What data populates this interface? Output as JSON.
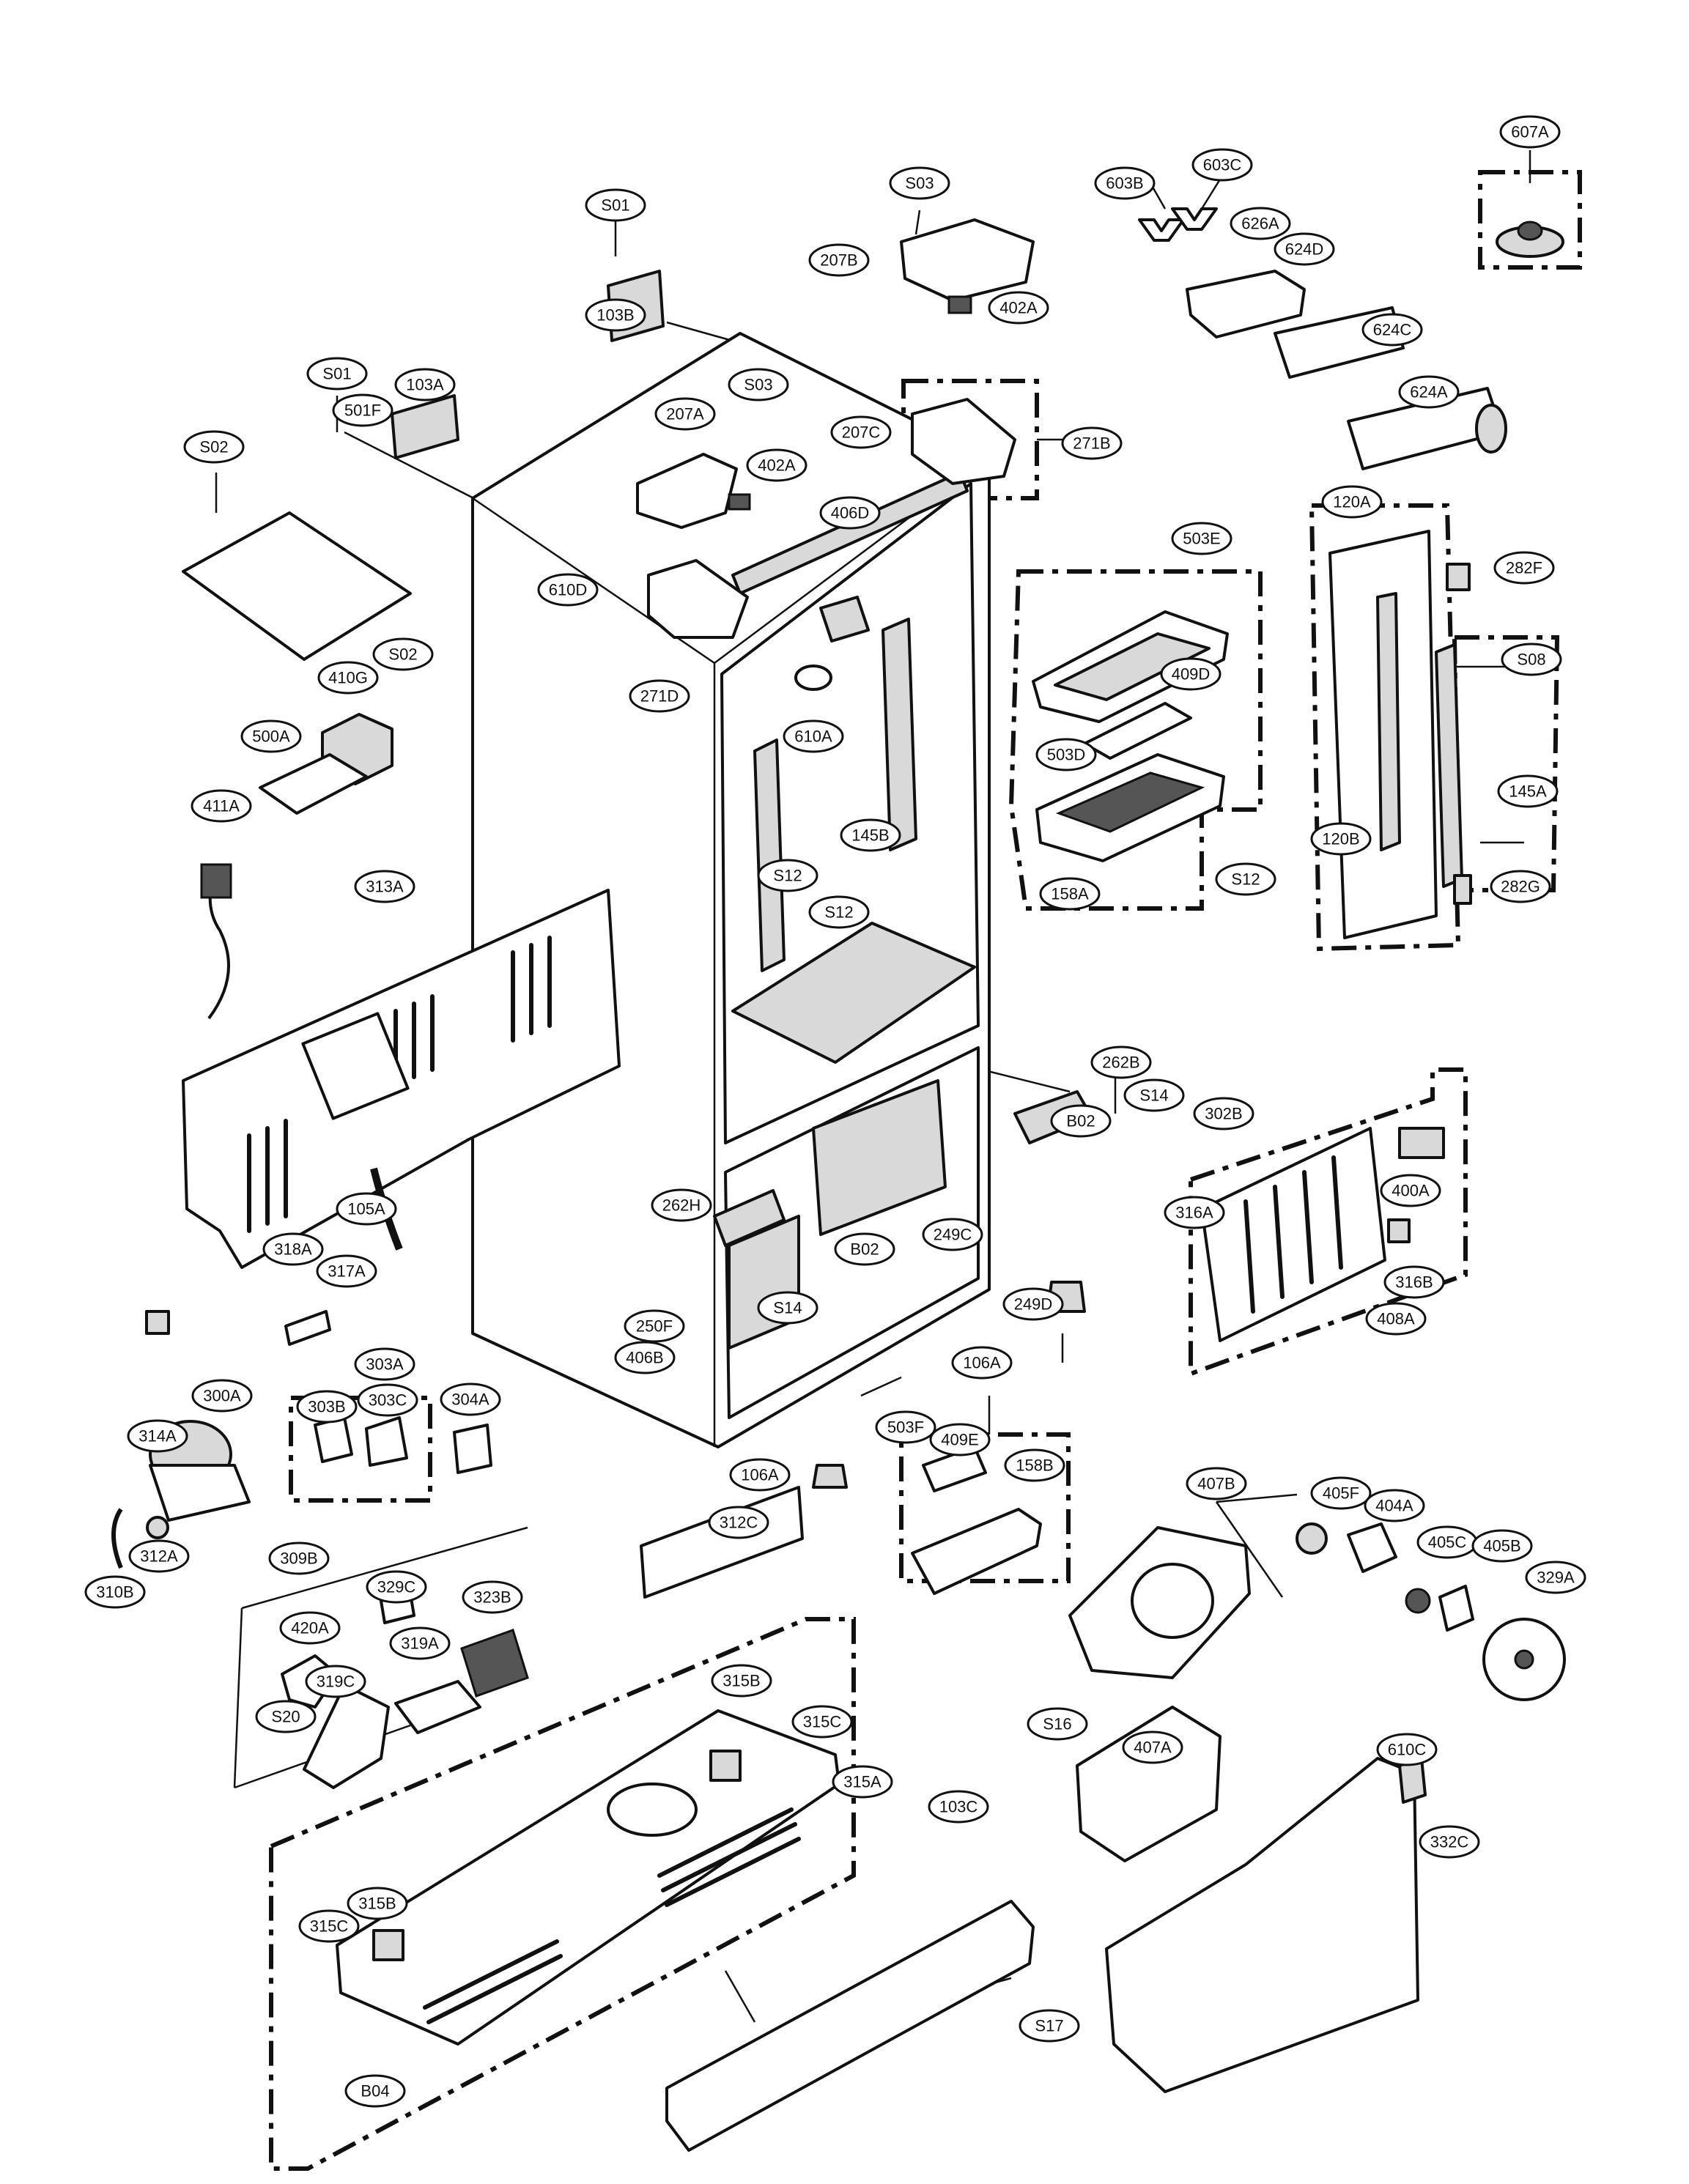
{
  "labels": [
    "S01",
    "103B",
    "S03",
    "207B",
    "402A",
    "603B",
    "603C",
    "607A",
    "626A",
    "624D",
    "624C",
    "624A",
    "S01",
    "103A",
    "S03",
    "207A",
    "402A",
    "207C",
    "271B",
    "S02",
    "501F",
    "610D",
    "406D",
    "S02",
    "410G",
    "271D",
    "610A",
    "503E",
    "409D",
    "503D",
    "158A",
    "S12",
    "120A",
    "282F",
    "S08",
    "145A",
    "120B",
    "282G",
    "500A",
    "145B",
    "S12",
    "411A",
    "S12",
    "313A",
    "262B",
    "S14",
    "B02",
    "302B",
    "400A",
    "316B",
    "408A",
    "262H",
    "B02",
    "249C",
    "S14",
    "105A",
    "316A",
    "318A",
    "317A",
    "249D",
    "250F",
    "406B",
    "106A",
    "303A",
    "304A",
    "303B",
    "303C",
    "314A",
    "300A",
    "312A",
    "310B",
    "503F",
    "106A",
    "409E",
    "158B",
    "407B",
    "405F",
    "404A",
    "405C",
    "405B",
    "329A",
    "312C",
    "309B",
    "329C",
    "323B",
    "420A",
    "319A",
    "319C",
    "S20",
    "315B",
    "315C",
    "315A",
    "S16",
    "407A",
    "610C",
    "103C",
    "315B",
    "315C",
    "332C",
    "S17",
    "B04"
  ]
}
